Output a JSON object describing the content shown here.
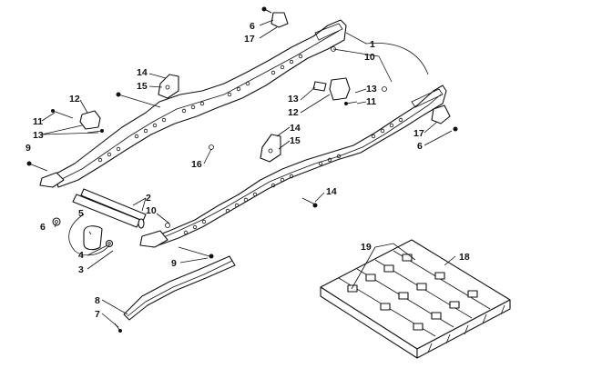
{
  "diagram": {
    "callouts": {
      "c1": "1",
      "c2": "2",
      "c3": "3",
      "c4": "4",
      "c5": "5",
      "c6a": "6",
      "c6b": "6",
      "c6c": "6",
      "c7": "7",
      "c8": "8",
      "c9a": "9",
      "c9b": "9",
      "c10a": "10",
      "c10b": "10",
      "c11a": "11",
      "c11b": "11",
      "c12a": "12",
      "c12b": "12",
      "c13a": "13",
      "c13b": "13",
      "c13c": "13",
      "c14a": "14",
      "c14b": "14",
      "c15a": "15",
      "c15b": "15",
      "c16": "16",
      "c17a": "17",
      "c17b": "17",
      "c18": "18",
      "c19": "19"
    }
  }
}
